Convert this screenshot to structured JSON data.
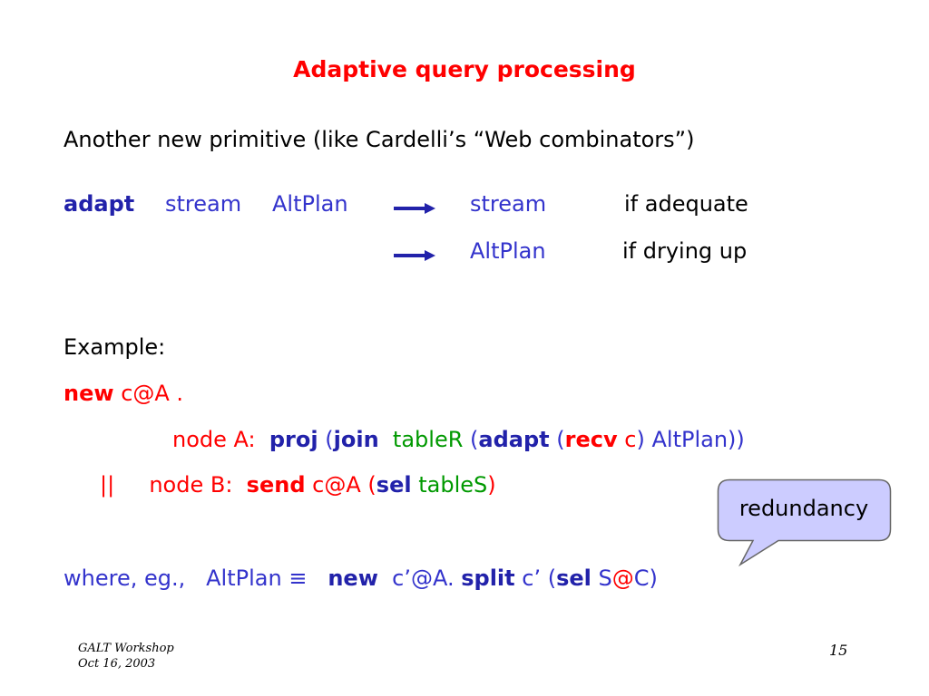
{
  "slide": {
    "title": "Adaptive query processing",
    "intro": "Another new primitive (like Cardelli’s “Web combinators”)",
    "adapt_line": {
      "keyword": "adapt",
      "arg1": "stream",
      "arg2": "AltPlan",
      "result1": "stream",
      "cond1": "if adequate",
      "result2": "AltPlan",
      "cond2": "if drying up"
    },
    "example_label": "Example:",
    "new_line": {
      "keyword": "new",
      "rest": "c@A ."
    },
    "node_a_line": {
      "node": "node A:",
      "proj": "proj",
      "p1": "(",
      "join": "join",
      "tableR": "tableR",
      "p2": "(",
      "adapt": "adapt",
      "p3": "(",
      "recv": "recv",
      "c": "c",
      "p4": ")",
      "altplan": "AltPlan))"
    },
    "node_b_line": {
      "par": "||",
      "node": "node B:",
      "send": "send",
      "ca": "c@A",
      "p1": "(",
      "sel": "sel",
      "tableS": "tableS",
      "p2": ")"
    },
    "callout": "redundancy",
    "where_line": {
      "where": "where, eg.,",
      "altplan": "AltPlan",
      "equiv": "≡",
      "new": "new",
      "cA": "c’@A.",
      "split": "split",
      "cprime": "c’",
      "p1": "(",
      "sel": "sel",
      "s": "S",
      "at": "@",
      "c": "C",
      "p2": ")"
    },
    "footer": {
      "line1": "GALT Workshop",
      "line2": "Oct 16, 2003"
    },
    "page_number": "15",
    "colors": {
      "title": "#ff0000",
      "keyword_red": "#ff0000",
      "blue": "#3333cc",
      "green": "#009900",
      "callout_fill": "#ccccff"
    }
  }
}
